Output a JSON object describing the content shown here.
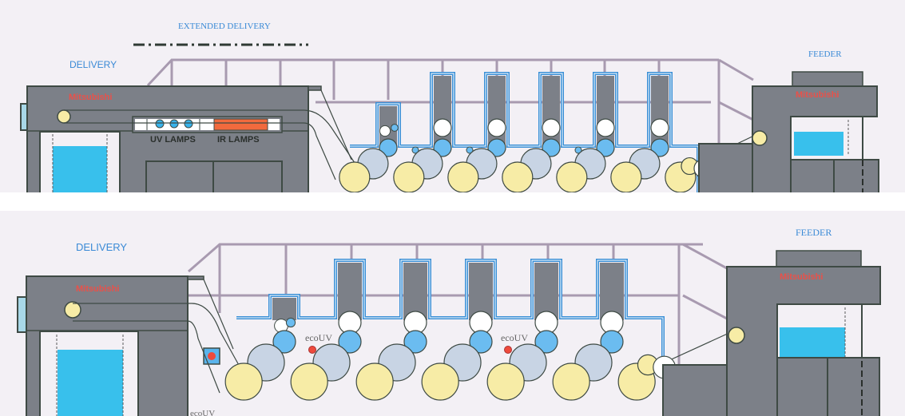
{
  "colors": {
    "background": "#f3f0f5",
    "machine_body": "#7c8088",
    "outline": "#3e4a44",
    "frame": "#a89ab0",
    "blue_outline": "#3a8fd6",
    "plate_roller": "#6bbcf0",
    "blanket_cylinder": "#c8d4e4",
    "impression_cylinder": "#f7eca6",
    "ink_roller": "#ffffff",
    "pile_water": "#38c0ec",
    "brand_text": "#e8514a",
    "label_text": "#3a8ad6",
    "ir_lamp": "#f26a3d",
    "uv_dot": "#ee4a3c"
  },
  "top_panel": {
    "extended_delivery_label": "EXTENDED DELIVERY",
    "delivery_label": "DELIVERY",
    "feeder_label": "FEEDER",
    "delivery_brand": "Mitsubishi",
    "feeder_brand": "Mitsubishi",
    "uv_lamps_label": "UV LAMPS",
    "ir_lamps_label": "IR LAMPS",
    "printing_units": 6
  },
  "bottom_panel": {
    "delivery_label": "DELIVERY",
    "feeder_label": "FEEDER",
    "delivery_brand": "Mitsubishi",
    "feeder_brand": "Mitsubishi",
    "ecouv_labels": [
      "ecoUV",
      "ecoUV",
      "ecoUV"
    ],
    "printing_units": 6
  }
}
